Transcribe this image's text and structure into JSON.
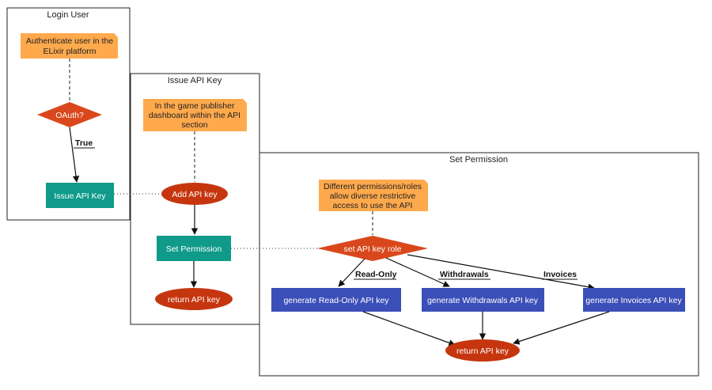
{
  "panels": {
    "login": {
      "title": "Login User"
    },
    "issue": {
      "title": "Issue API Key"
    },
    "permission": {
      "title": "Set Permission"
    }
  },
  "notes": {
    "authenticate": [
      "Authenticate user in the",
      "ELixir platform"
    ],
    "dashboard": [
      "In the game publisher",
      "dashboard within the  API",
      "section"
    ],
    "roles": [
      "Different permissions/roles",
      "allow diverse restrictive",
      "access to use the API"
    ]
  },
  "nodes": {
    "oauth": "OAuth?",
    "issue_key": "Issue API Key",
    "add_key": "Add API key",
    "set_permission": "Set Permission",
    "return_key_issue": "return API key",
    "set_role": "set API key role",
    "gen_readonly": "generate Read-Only API key",
    "gen_withdrawals": "generate Withdrawals API key",
    "gen_invoices": "generate Invoices API key",
    "return_key_perm": "return API key"
  },
  "edge_labels": {
    "true": "True",
    "readonly": "Read-Only",
    "withdrawals": "Withdrawals",
    "invoices": "Invoices"
  },
  "colors": {
    "note": "#ffa94d",
    "decision": "#d9481c",
    "ellipse": "#c5360f",
    "teal_box": "#0f9a8a",
    "blue_box": "#3b4fb8"
  }
}
